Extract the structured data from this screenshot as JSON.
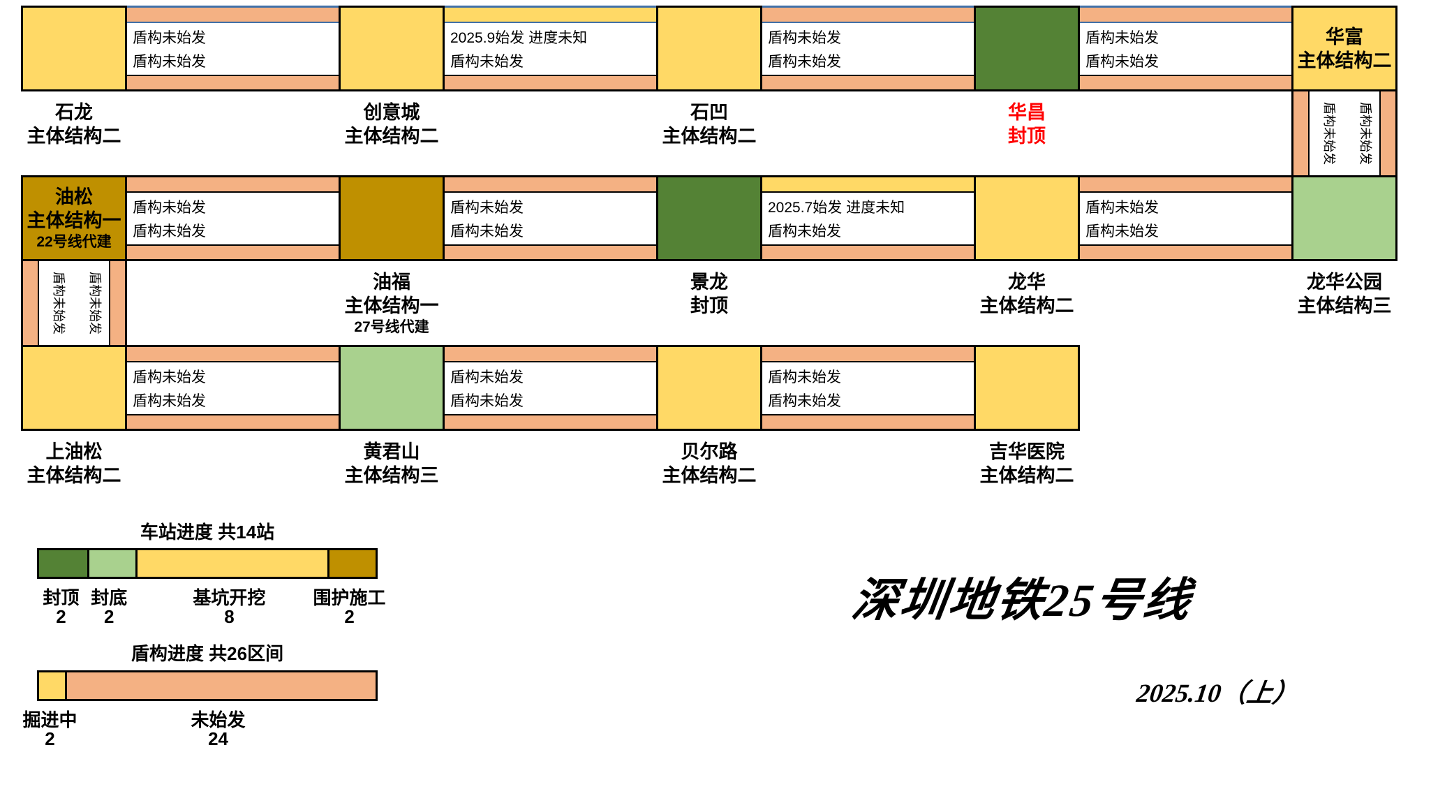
{
  "title": {
    "main": "深圳地铁25号线",
    "subtitle": "2025.10（上）"
  },
  "colors": {
    "background": "#FFFFFF",
    "border": "#000000",
    "segment_trim_blue": "#4070A8",
    "label_red": "#FF0000",
    "states": {
      "capped": "#548235",
      "bottom_sealed": "#A9D18E",
      "excavation": "#FFD966",
      "enclosure": "#BF9000",
      "tunneling": "#FFD966",
      "not_launched": "#F4B183"
    }
  },
  "rows": [
    {
      "stations": [
        {
          "name": "石龙",
          "status_lines": [
            "主体结构二"
          ],
          "state": "excavation",
          "label_inside": false,
          "label_color": "#000000"
        },
        {
          "name": "创意城",
          "status_lines": [
            "主体结构二"
          ],
          "state": "excavation",
          "label_inside": false,
          "label_color": "#000000"
        },
        {
          "name": "石凹",
          "status_lines": [
            "主体结构二"
          ],
          "state": "excavation",
          "label_inside": false,
          "label_color": "#000000"
        },
        {
          "name": "华昌",
          "status_lines": [
            "封顶"
          ],
          "state": "capped",
          "label_inside": false,
          "label_color": "#FF0000"
        },
        {
          "name": "华富",
          "status_lines": [
            "主体结构二"
          ],
          "state": "excavation",
          "label_inside": true,
          "label_color": "#000000"
        }
      ],
      "segments": [
        {
          "bores": [
            {
              "state": "not_launched",
              "text": "盾构未始发"
            },
            {
              "state": "not_launched",
              "text": "盾构未始发"
            }
          ]
        },
        {
          "bores": [
            {
              "state": "tunneling",
              "text": "2025.9始发 进度未知"
            },
            {
              "state": "not_launched",
              "text": "盾构未始发"
            }
          ]
        },
        {
          "bores": [
            {
              "state": "not_launched",
              "text": "盾构未始发"
            },
            {
              "state": "not_launched",
              "text": "盾构未始发"
            }
          ]
        },
        {
          "bores": [
            {
              "state": "not_launched",
              "text": "盾构未始发"
            },
            {
              "state": "not_launched",
              "text": "盾构未始发"
            }
          ]
        }
      ]
    },
    {
      "stations": [
        {
          "name": "油松",
          "status_lines": [
            "主体结构一",
            "22号线代建"
          ],
          "state": "enclosure",
          "label_inside": true,
          "label_color": "#000000"
        },
        {
          "name": "油福",
          "status_lines": [
            "主体结构一",
            "27号线代建"
          ],
          "state": "enclosure",
          "label_inside": false,
          "label_color": "#000000"
        },
        {
          "name": "景龙",
          "status_lines": [
            "封顶"
          ],
          "state": "capped",
          "label_inside": false,
          "label_color": "#000000"
        },
        {
          "name": "龙华",
          "status_lines": [
            "主体结构二"
          ],
          "state": "excavation",
          "label_inside": false,
          "label_color": "#000000"
        },
        {
          "name": "龙华公园",
          "status_lines": [
            "主体结构三"
          ],
          "state": "bottom_sealed",
          "label_inside": false,
          "label_color": "#000000"
        }
      ],
      "segments": [
        {
          "bores": [
            {
              "state": "not_launched",
              "text": "盾构未始发"
            },
            {
              "state": "not_launched",
              "text": "盾构未始发"
            }
          ]
        },
        {
          "bores": [
            {
              "state": "not_launched",
              "text": "盾构未始发"
            },
            {
              "state": "not_launched",
              "text": "盾构未始发"
            }
          ]
        },
        {
          "bores": [
            {
              "state": "tunneling",
              "text": "2025.7始发 进度未知"
            },
            {
              "state": "not_launched",
              "text": "盾构未始发"
            }
          ]
        },
        {
          "bores": [
            {
              "state": "not_launched",
              "text": "盾构未始发"
            },
            {
              "state": "not_launched",
              "text": "盾构未始发"
            }
          ]
        }
      ]
    },
    {
      "stations": [
        {
          "name": "上油松",
          "status_lines": [
            "主体结构二"
          ],
          "state": "excavation",
          "label_inside": false,
          "label_color": "#000000"
        },
        {
          "name": "黄君山",
          "status_lines": [
            "主体结构三"
          ],
          "state": "bottom_sealed",
          "label_inside": false,
          "label_color": "#000000"
        },
        {
          "name": "贝尔路",
          "status_lines": [
            "主体结构二"
          ],
          "state": "excavation",
          "label_inside": false,
          "label_color": "#000000"
        },
        {
          "name": "吉华医院",
          "status_lines": [
            "主体结构二"
          ],
          "state": "excavation",
          "label_inside": false,
          "label_color": "#000000"
        }
      ],
      "segments": [
        {
          "bores": [
            {
              "state": "not_launched",
              "text": "盾构未始发"
            },
            {
              "state": "not_launched",
              "text": "盾构未始发"
            }
          ]
        },
        {
          "bores": [
            {
              "state": "not_launched",
              "text": "盾构未始发"
            },
            {
              "state": "not_launched",
              "text": "盾构未始发"
            }
          ]
        },
        {
          "bores": [
            {
              "state": "not_launched",
              "text": "盾构未始发"
            },
            {
              "state": "not_launched",
              "text": "盾构未始发"
            }
          ]
        }
      ]
    }
  ],
  "vertical_connectors": [
    {
      "side": "right",
      "bores": [
        {
          "state": "not_launched",
          "text": "盾构未始发"
        },
        {
          "state": "not_launched",
          "text": "盾构未始发"
        }
      ]
    },
    {
      "side": "left",
      "bores": [
        {
          "state": "not_launched",
          "text": "盾构未始发"
        },
        {
          "state": "not_launched",
          "text": "盾构未始发"
        }
      ]
    }
  ],
  "legends": [
    {
      "title": "车站进度 共14站",
      "items": [
        {
          "label": "封顶",
          "count": "2",
          "state": "capped"
        },
        {
          "label": "封底",
          "count": "2",
          "state": "bottom_sealed"
        },
        {
          "label": "基坑开挖",
          "count": "8",
          "state": "excavation"
        },
        {
          "label": "围护施工",
          "count": "2",
          "state": "enclosure"
        }
      ]
    },
    {
      "title": "盾构进度 共26区间",
      "items": [
        {
          "label": "掘进中",
          "count": "2",
          "state": "tunneling"
        },
        {
          "label": "未始发",
          "count": "24",
          "state": "not_launched"
        }
      ]
    }
  ]
}
